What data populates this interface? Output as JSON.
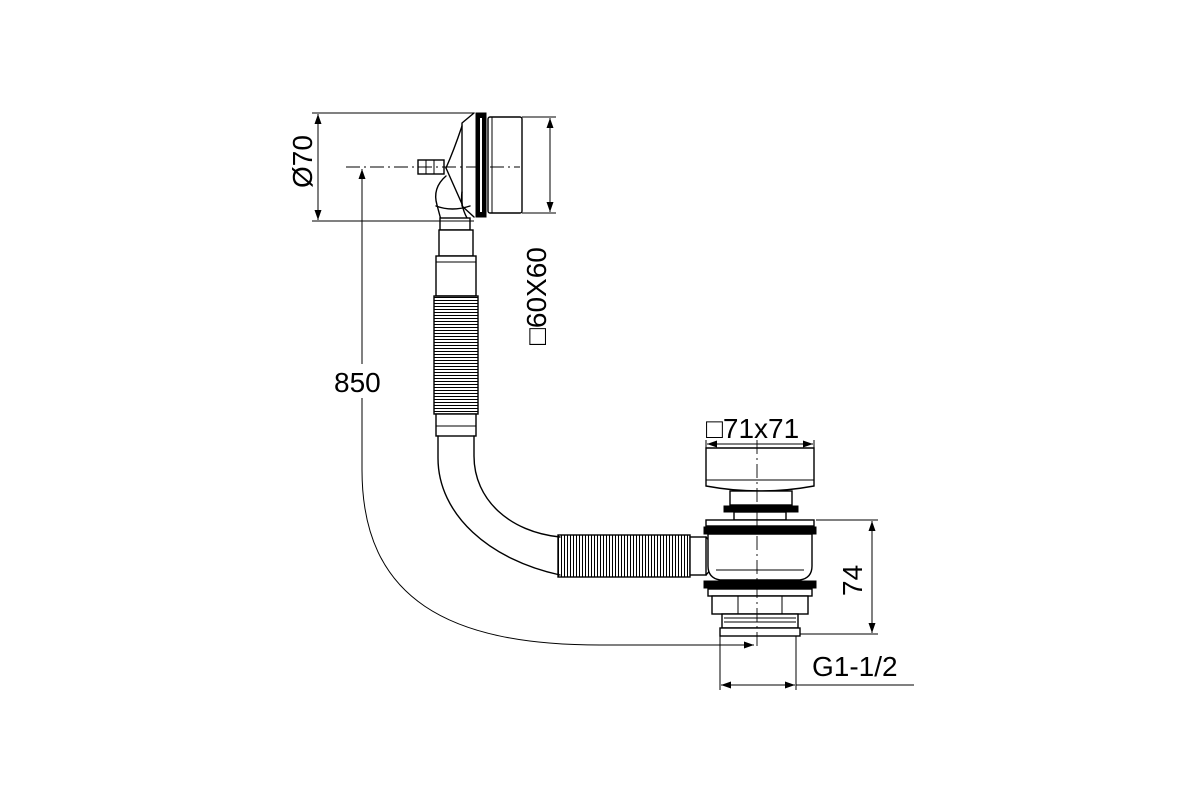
{
  "dimensions": {
    "overflow_diameter": "Ø70",
    "overflow_cover": "□60X60",
    "total_length": "850",
    "drain_cover": "□71x71",
    "drain_height": "74",
    "thread": "G1-1/2"
  },
  "colors": {
    "line": "#000000",
    "background": "#ffffff"
  }
}
